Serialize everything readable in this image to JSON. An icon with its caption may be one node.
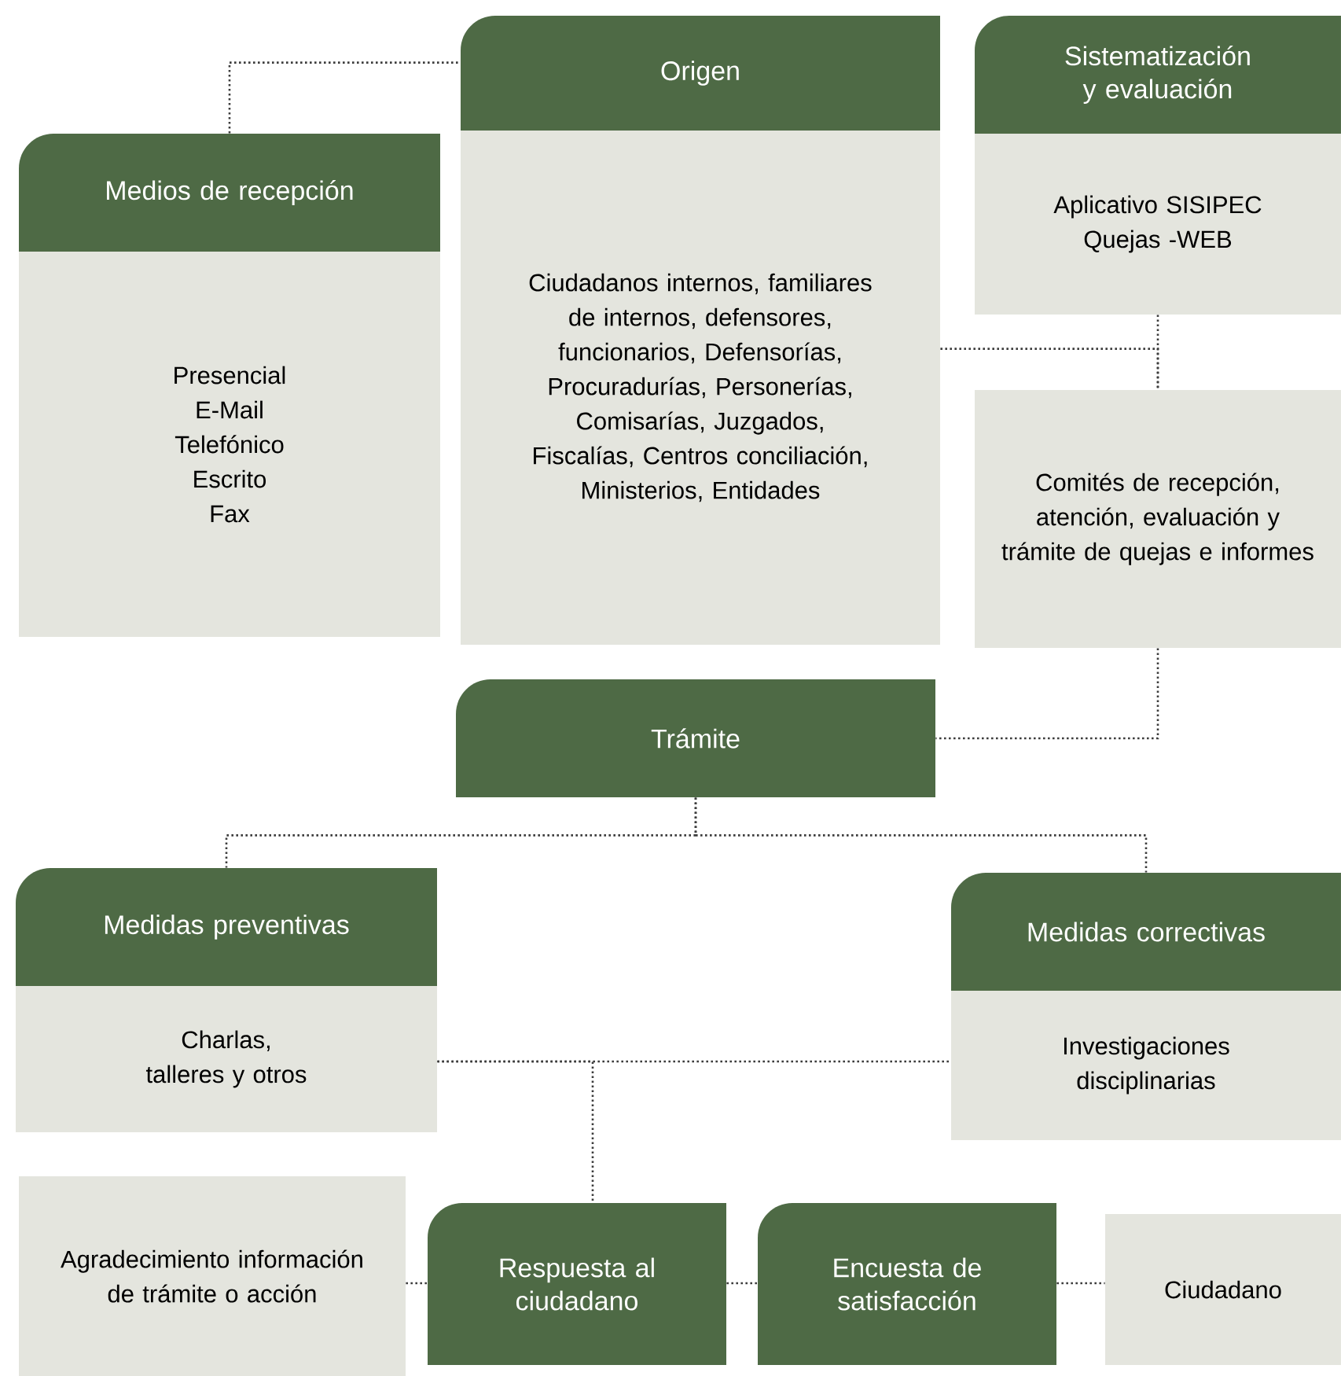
{
  "diagram": {
    "nodes": [
      {
        "text": [
          "Medios de recepción",
          "Presencial",
          "E-Mail",
          "Telefónico",
          "Escrito",
          "Fax"
        ]
      },
      {
        "text": [
          "Origen",
          "Ciudadanos internos, familiares de internos, defensores, funcionarios, Defensorías, Procuradurías, Personerías, Comisarías, Juzgados, Fiscalías, Centros conciliación, Ministerios, Entidades"
        ]
      },
      {
        "text": [
          "Sistematización y evaluación",
          "Aplicativo SISIPEC Quejas -WEB"
        ]
      },
      {
        "text": [
          "Comités de recepción, atención, evaluación y trámite de quejas e informes"
        ]
      },
      {
        "text": [
          "Trámite"
        ]
      },
      {
        "text": [
          "Medidas preventivas",
          "Charlas, talleres y otros"
        ]
      },
      {
        "text": [
          "Medidas correctivas",
          "Investigaciones disciplinarias"
        ]
      },
      {
        "text": [
          "Agradecimiento información de trámite o acción"
        ]
      },
      {
        "text": [
          "Respuesta al ciudadano"
        ]
      },
      {
        "text": [
          "Encuesta de satisfacción"
        ]
      },
      {
        "text": [
          "Ciudadano"
        ]
      }
    ],
    "edges": [
      {
        "from": 0,
        "to": 1,
        "arrow": "none",
        "style": "dashed"
      },
      {
        "from": 2,
        "to": 3,
        "arrow": "none",
        "style": "dashed"
      },
      {
        "from": 1,
        "to": 3,
        "arrow": "none",
        "style": "dashed"
      },
      {
        "from": 3,
        "to": 4,
        "arrow": "none",
        "style": "dashed"
      },
      {
        "from": 4,
        "to": 5,
        "arrow": "none",
        "style": "dashed"
      },
      {
        "from": 4,
        "to": 6,
        "arrow": "none",
        "style": "dashed"
      },
      {
        "from": 5,
        "to": 6,
        "arrow": "none",
        "style": "dashed"
      },
      {
        "from": 5,
        "to": 8,
        "arrow": "none",
        "style": "dashed"
      },
      {
        "from": 7,
        "to": 8,
        "arrow": "none",
        "style": "dashed"
      },
      {
        "from": 8,
        "to": 9,
        "arrow": "none",
        "style": "dashed"
      },
      {
        "from": 9,
        "to": 10,
        "arrow": "none",
        "style": "dashed"
      }
    ]
  }
}
